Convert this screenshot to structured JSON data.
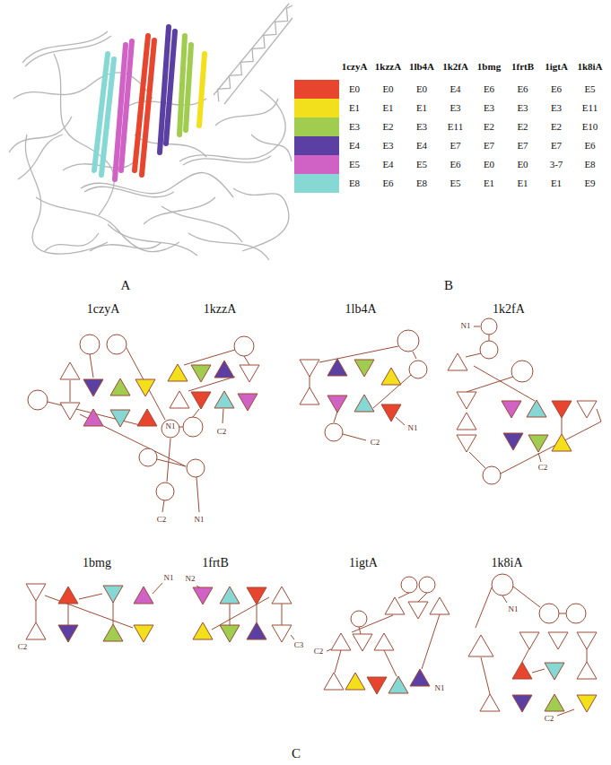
{
  "diagram": {
    "labels": [
      "1czyA",
      "1kzzA",
      "1lb4A",
      "1k2fA",
      "1bmg",
      "1frtB",
      "1igtA",
      "1k8iA",
      "E0",
      "E0",
      "E0",
      "E4",
      "E6",
      "E6",
      "E6",
      "E5",
      "E1",
      "E1",
      "E1",
      "E3",
      "E3",
      "E3",
      "E3",
      "E11",
      "E3",
      "E2",
      "E3",
      "E11",
      "E2",
      "E2",
      "E2",
      "E10",
      "E4",
      "E3",
      "E4",
      "E7",
      "E7",
      "E7",
      "E7",
      "E6",
      "E5",
      "E4",
      "E5",
      "E6",
      "E0",
      "E0",
      "3-7",
      "E8",
      "E8",
      "E6",
      "E8",
      "E5",
      "E1",
      "E1",
      "E1",
      "E9",
      "A",
      "B",
      "1czyA",
      "C2",
      "N1",
      "1kzzA",
      "N1",
      "C2",
      "1lb4A",
      "N1",
      "C2",
      "1k2fA",
      "N1",
      "C2",
      "1bmg",
      "N1",
      "C2",
      "1frtB",
      "N2",
      "C3",
      "1igtA",
      "C2",
      "N1",
      "1k8iA",
      "N1",
      "C2",
      "C"
    ]
  }
}
